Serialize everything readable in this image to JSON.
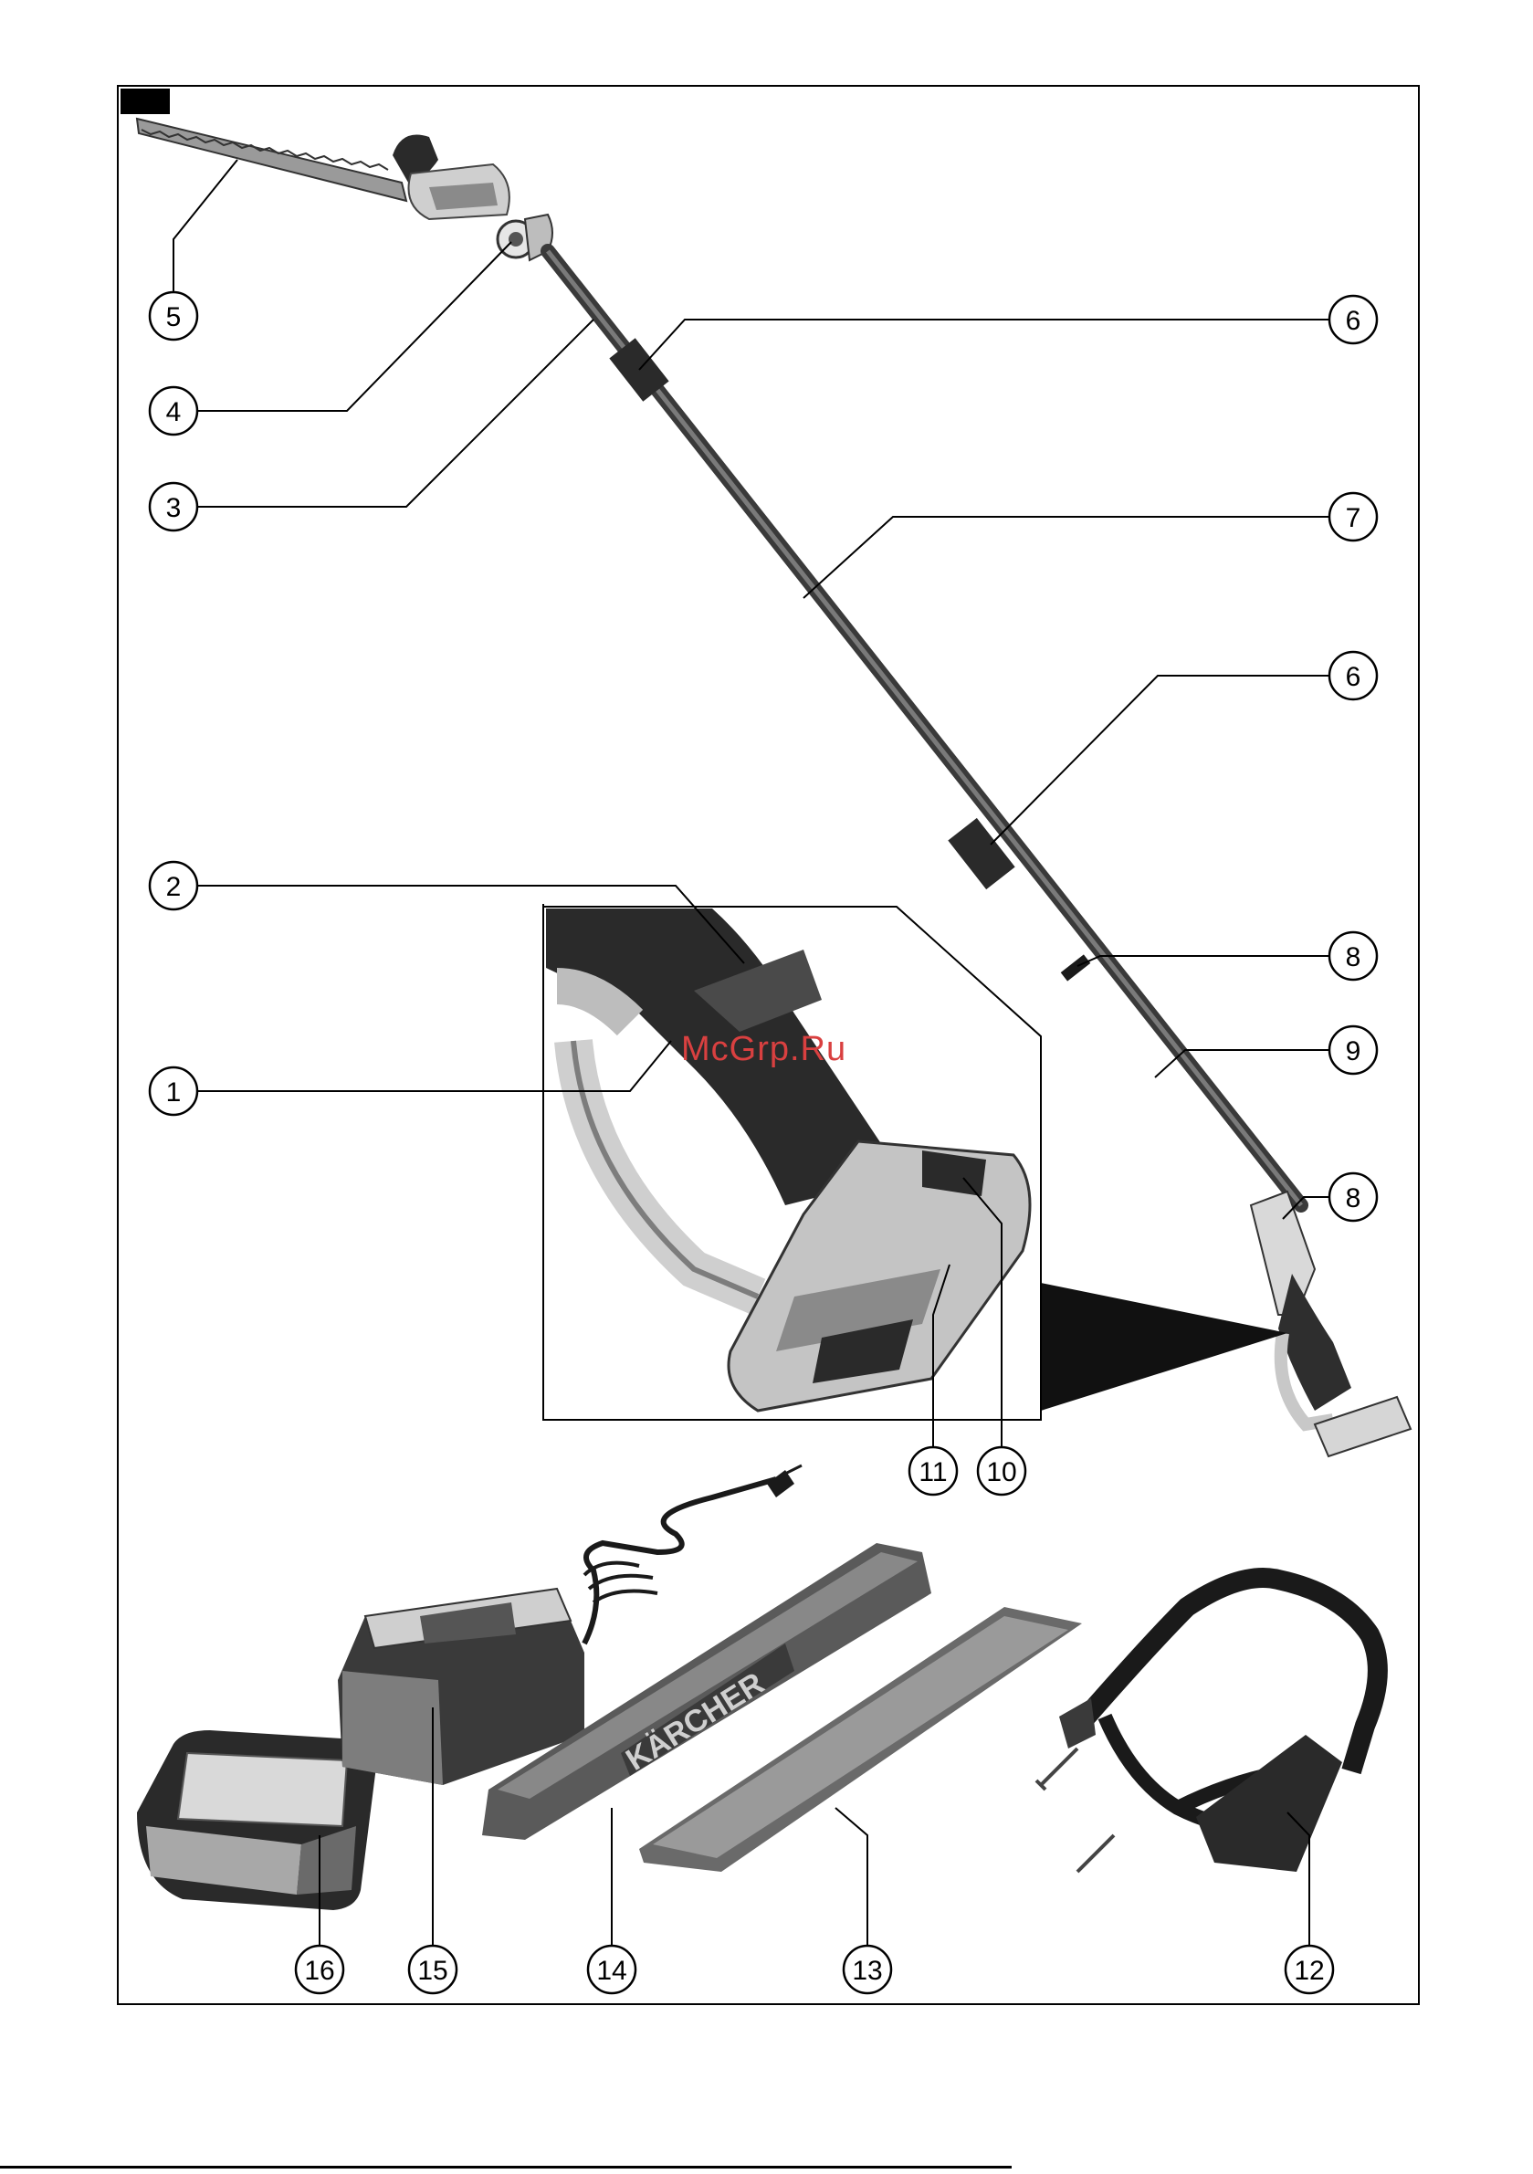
{
  "watermark": "McGrp.Ru",
  "callouts": [
    {
      "id": "callout-5",
      "label": "5"
    },
    {
      "id": "callout-4",
      "label": "4"
    },
    {
      "id": "callout-3",
      "label": "3"
    },
    {
      "id": "callout-6a",
      "label": "6"
    },
    {
      "id": "callout-7",
      "label": "7"
    },
    {
      "id": "callout-6b",
      "label": "6"
    },
    {
      "id": "callout-2",
      "label": "2"
    },
    {
      "id": "callout-1",
      "label": "1"
    },
    {
      "id": "callout-8a",
      "label": "8"
    },
    {
      "id": "callout-9",
      "label": "9"
    },
    {
      "id": "callout-8b",
      "label": "8"
    },
    {
      "id": "callout-11",
      "label": "11"
    },
    {
      "id": "callout-10",
      "label": "10"
    },
    {
      "id": "callout-16",
      "label": "16"
    },
    {
      "id": "callout-15",
      "label": "15"
    },
    {
      "id": "callout-14",
      "label": "14"
    },
    {
      "id": "callout-13",
      "label": "13"
    },
    {
      "id": "callout-12",
      "label": "12"
    }
  ],
  "brand_text": "KÄRCHER",
  "colors": {
    "line": "#000000",
    "tool_dark": "#3a3a3a",
    "tool_mid": "#8a8a8a",
    "tool_light": "#d0d0d0"
  }
}
